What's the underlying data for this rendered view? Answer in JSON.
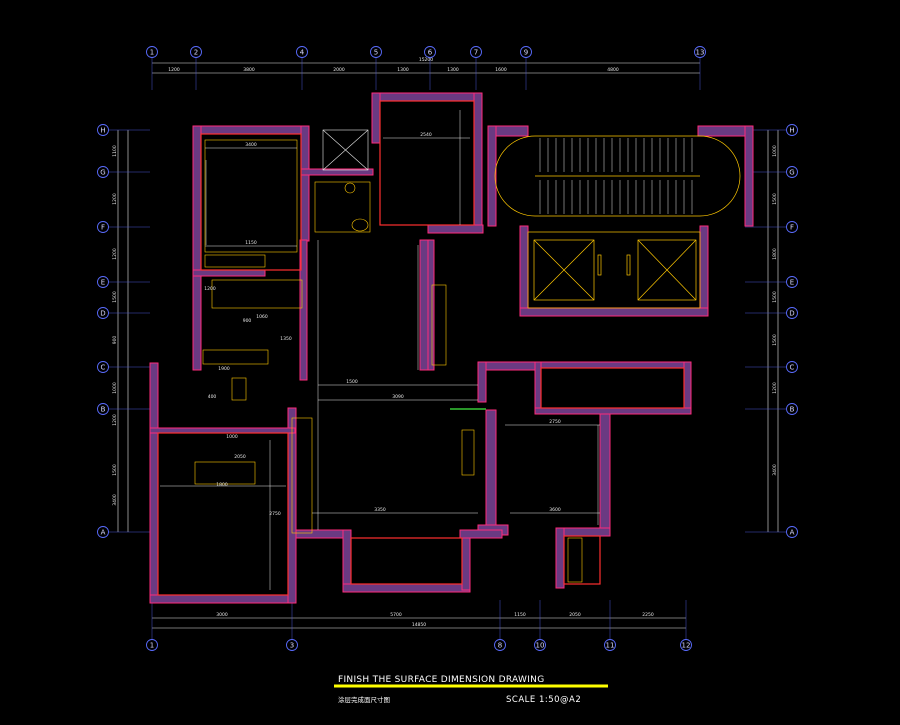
{
  "drawing": {
    "title": "FINISH THE SURFACE DIMENSION DRAWING",
    "subtitle": "涂层完成面尺寸图",
    "scale": "SCALE 1:50@A2"
  },
  "colors": {
    "background": "#000000",
    "wall_fill": "#6a3a82",
    "wall_outline": "#ff2a7a",
    "dimension_line": "#e8e8e8",
    "furniture_line": "#ffc800",
    "grid_bubble": "#5a6cff",
    "inner_detail": "#ff3030",
    "title_bar": "#ffff00"
  },
  "grid": {
    "top": [
      {
        "label": "1"
      },
      {
        "label": "2"
      },
      {
        "label": "4"
      },
      {
        "label": "5"
      },
      {
        "label": "6"
      },
      {
        "label": "7"
      },
      {
        "label": "9"
      },
      {
        "label": "13"
      }
    ],
    "bottom": [
      {
        "label": "1"
      },
      {
        "label": "3"
      },
      {
        "label": "8"
      },
      {
        "label": "10"
      },
      {
        "label": "11"
      },
      {
        "label": "12"
      }
    ],
    "left": [
      {
        "label": "H"
      },
      {
        "label": "G"
      },
      {
        "label": "F"
      },
      {
        "label": "E"
      },
      {
        "label": "D"
      },
      {
        "label": "C"
      },
      {
        "label": "B"
      },
      {
        "label": "A"
      }
    ],
    "right": [
      {
        "label": "H"
      },
      {
        "label": "G"
      },
      {
        "label": "F"
      },
      {
        "label": "E"
      },
      {
        "label": "D"
      },
      {
        "label": "C"
      },
      {
        "label": "B"
      },
      {
        "label": "A"
      }
    ]
  },
  "dimensions": {
    "top_overall": "15200",
    "top_segments": [
      "1200",
      "3800",
      "2000",
      "1300",
      "1300",
      "1600",
      "4800"
    ],
    "bottom_overall": "14850",
    "bottom_segments": [
      "3000",
      "5700",
      "1150",
      "2050",
      "2250"
    ],
    "left_segments": [
      "1100",
      "1200",
      "1200",
      "1500",
      "900",
      "1000",
      "1200",
      "1500",
      "3400"
    ],
    "right_segments": [
      "1000",
      "1500",
      "1800",
      "1500",
      "1500",
      "1200",
      "3400"
    ],
    "interior": [
      "3400",
      "1150",
      "2540",
      "1200",
      "900",
      "1800",
      "1500",
      "3090",
      "3350",
      "2750",
      "3600",
      "2050",
      "1060",
      "1900",
      "1350",
      "1000",
      "400",
      "2750"
    ]
  }
}
